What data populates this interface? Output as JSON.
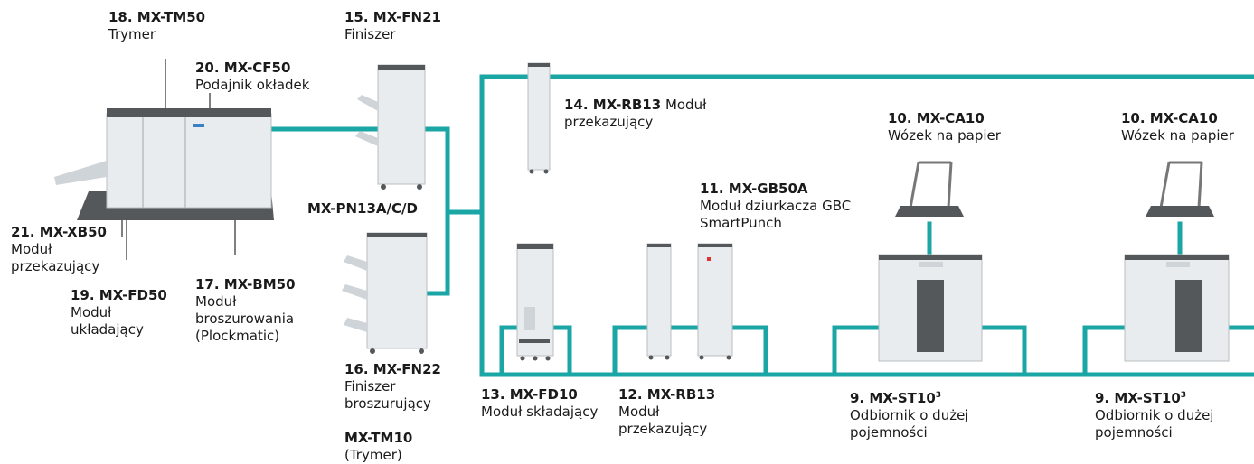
{
  "colors": {
    "connector": "#1aa6a4",
    "device_light": "#e9ecee",
    "device_mid": "#cfd4d8",
    "device_dark": "#55585b",
    "leader": "#555555"
  },
  "labels": {
    "mx_tm50": {
      "code": "18. MX-TM50",
      "desc": "Trymer"
    },
    "mx_cf50": {
      "code": "20. MX-CF50",
      "desc": "Podajnik okładek"
    },
    "mx_fn21": {
      "code": "15. MX-FN21",
      "desc": "Finiszer"
    },
    "mx_rb13_top": {
      "code": "14. MX-RB13",
      "desc": "Moduł",
      "desc2": "przekazujący"
    },
    "mx_ca10_a": {
      "code": "10. MX-CA10",
      "desc": "Wózek na papier"
    },
    "mx_ca10_b": {
      "code": "10. MX-CA10",
      "desc": "Wózek na papier"
    },
    "mx_gb50a": {
      "code": "11. MX-GB50A",
      "desc": "Moduł dziurkacza GBC",
      "desc2": "SmartPunch"
    },
    "mx_pn13": {
      "code": "MX-PN13A/C/D"
    },
    "mx_xb50": {
      "code": "21. MX-XB50",
      "desc": "Moduł",
      "desc2": "przekazujący"
    },
    "mx_fd50": {
      "code": "19. MX-FD50",
      "desc": "Moduł",
      "desc2": "układający"
    },
    "mx_bm50": {
      "code": "17. MX-BM50",
      "desc": "Moduł",
      "desc2": "broszurowania",
      "desc3": "(Plockmatic)"
    },
    "mx_fn22": {
      "code": "16. MX-FN22",
      "desc": "Finiszer",
      "desc2": "broszurujący"
    },
    "mx_tm10": {
      "code": "MX-TM10",
      "desc": "(Trymer)"
    },
    "mx_fd10": {
      "code": "13. MX-FD10",
      "desc": "Moduł składający"
    },
    "mx_rb13_bottom": {
      "code": "12. MX-RB13",
      "desc": "Moduł",
      "desc2": "przekazujący"
    },
    "mx_st10_a": {
      "code": "9. MX-ST10",
      "sup": "3",
      "desc": "Odbiornik o dużej",
      "desc2": "pojemności"
    },
    "mx_st10_b": {
      "code": "9. MX-ST10",
      "sup": "3",
      "desc": "Odbiornik o dużej",
      "desc2": "pojemności"
    }
  }
}
